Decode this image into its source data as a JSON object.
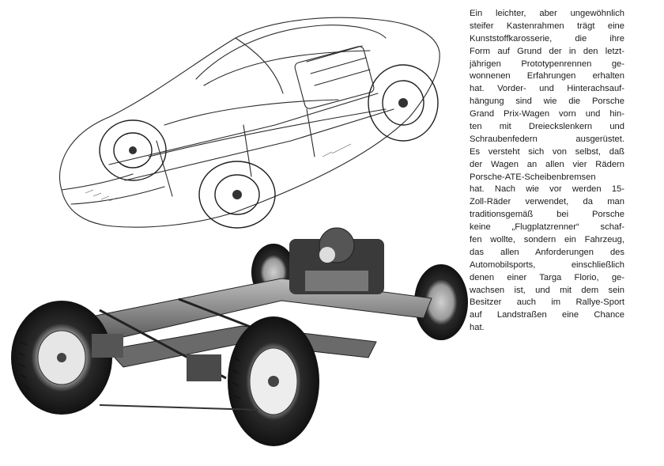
{
  "article": {
    "lines": [
      "Ein leichter, aber ungewöhnlich",
      "steifer Kastenrahmen trägt eine",
      "Kunststoffkarosserie, die ihre",
      "Form auf Grund der in den letzt-",
      "jährigen Prototypenrennen ge-",
      "wonnenen Erfahrungen erhalten",
      "hat. Vorder- und Hinterachsauf-",
      "hängung sind wie die Porsche",
      "Grand Prix-Wagen vorn und hin-",
      "ten mit Dreieckslenkern und",
      "Schraubenfedern ausgerüstet.",
      "Es versteht sich von selbst, daß",
      "der Wagen an allen vier Rädern",
      "Porsche-ATE-Scheibenbremsen",
      "hat. Nach wie vor werden 15-",
      "Zoll-Räder verwendet, da man",
      "traditionsgemäß bei Porsche",
      "keine „Flugplatzrenner“ schaf-",
      "fen wollte, sondern ein Fahrzeug,",
      "das allen Anforderungen des",
      "Automobilsports, einschließlich",
      "denen einer Targa Florio, ge-",
      "wachsen ist, und mit dem sein",
      "Besitzer auch im Rallye-Sport",
      "auf Landstraßen eine Chance",
      "hat."
    ]
  },
  "illustrations": {
    "cutaway": {
      "icon": "car-cutaway-drawing-icon"
    },
    "chassis": {
      "icon": "chassis-photo-icon"
    }
  },
  "colors": {
    "ink": "#1b1b1b",
    "paper": "#ffffff"
  }
}
